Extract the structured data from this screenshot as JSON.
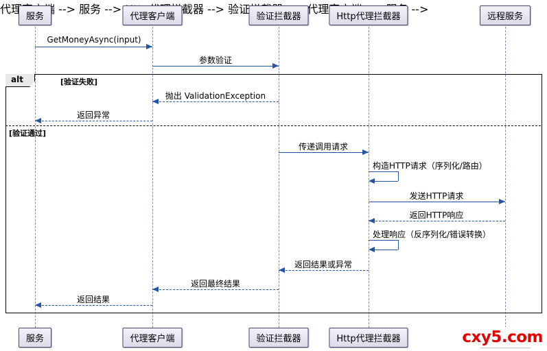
{
  "diagram": {
    "type": "uml-sequence",
    "participants": [
      {
        "label": "服务"
      },
      {
        "label": "代理客户端"
      },
      {
        "label": "验证拦截器"
      },
      {
        "label": "Http代理拦截器"
      },
      {
        "label": "远程服务"
      }
    ],
    "messages": [
      {
        "label": "GetMoneyAsync(input)",
        "from": "服务",
        "to": "代理客户端",
        "style": "solid"
      },
      {
        "label": "参数验证",
        "from": "代理客户端",
        "to": "验证拦截器",
        "style": "solid"
      },
      {
        "label": "抛出 ValidationException",
        "from": "验证拦截器",
        "to": "代理客户端",
        "style": "dashed"
      },
      {
        "label": "返回异常",
        "from": "代理客户端",
        "to": "服务",
        "style": "dashed"
      },
      {
        "label": "传递调用请求",
        "from": "验证拦截器",
        "to": "Http代理拦截器",
        "style": "solid"
      },
      {
        "label": "构造HTTP请求（序列化/路由）",
        "from": "Http代理拦截器",
        "to": "Http代理拦截器",
        "style": "solid"
      },
      {
        "label": "发送HTTP请求",
        "from": "Http代理拦截器",
        "to": "远程服务",
        "style": "solid"
      },
      {
        "label": "返回HTTP响应",
        "from": "远程服务",
        "to": "Http代理拦截器",
        "style": "dashed"
      },
      {
        "label": "处理响应（反序列化/错误转换）",
        "from": "Http代理拦截器",
        "to": "Http代理拦截器",
        "style": "solid"
      },
      {
        "label": "返回结果或异常",
        "from": "Http代理拦截器",
        "to": "验证拦截器",
        "style": "dashed"
      },
      {
        "label": "返回最终结果",
        "from": "验证拦截器",
        "to": "代理客户端",
        "style": "dashed"
      },
      {
        "label": "返回结果",
        "from": "代理客户端",
        "to": "服务",
        "style": "dashed"
      }
    ],
    "alt_frame": {
      "operator": "alt",
      "condition_fail": "[验证失败]",
      "condition_pass": "[验证通过]"
    },
    "watermark": "cxy5.com",
    "colors": {
      "arrow": "#2455A4",
      "participant_fill": "#E8E8F4",
      "participant_border": "#46466C",
      "frame_border": "#000000",
      "watermark": "#E50000"
    }
  }
}
